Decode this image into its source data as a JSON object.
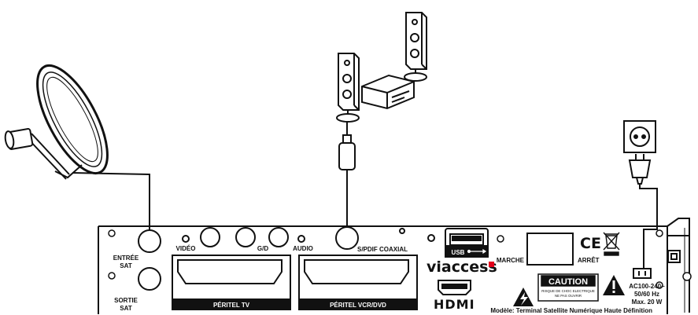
{
  "labels": {
    "entree": "ENTRÉE",
    "sat_in": "SAT",
    "sortie": "SORTIE",
    "sat_out": "SAT",
    "video": "VIDÉO",
    "gd": "G/D",
    "audio": "AUDIO",
    "spdif": "S/PDIF COAXIAL",
    "peritel_tv": "PÉRITEL TV",
    "peritel_vcr": "PÉRITEL VCR/DVD",
    "usb": "USB",
    "brand": "viaccess",
    "hdmi": "HDMI",
    "marche": "MARCHE",
    "arret": "ARRÊT",
    "ce": "CE",
    "caution": "CAUTION",
    "caution_line1": "RISQUE DE CHOC ELECTRIQUE",
    "caution_line2": "NE PAS OUVRIR",
    "power_line1": "AC100-240~",
    "power_line2": "50/60 Hz",
    "power_line3": "Max. 20 W",
    "model": "Modèle: Terminal Satellite Numérique Haute Définition"
  },
  "icons": {
    "dish": "satellite-dish-icon",
    "speakers": "speaker-system-icon",
    "plug": "power-plug-icon",
    "socket": "wall-socket-icon",
    "weee": "weee-bin-icon"
  },
  "colors": {
    "line": "#111111",
    "brand_accent": "#e3001b"
  }
}
